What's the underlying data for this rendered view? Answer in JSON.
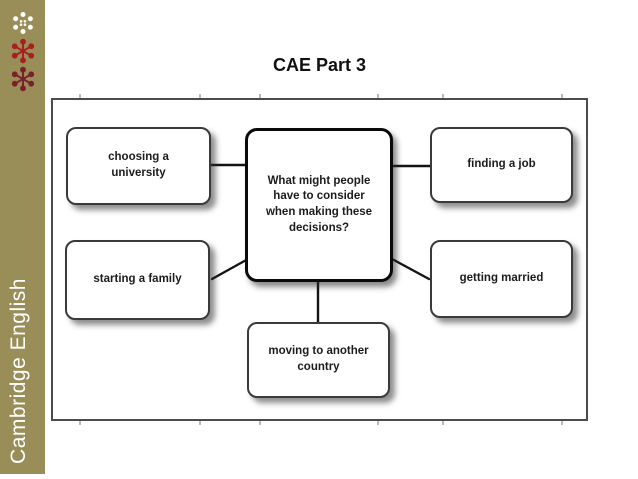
{
  "colors": {
    "sidebar_bg": "#9a8e58",
    "frame_border": "#4c4c4c",
    "connector": "#141414",
    "icon_white": "#ffffff",
    "icon_red": "#a81e24",
    "icon_dark_red": "#7c1f2b"
  },
  "sidebar": {
    "brand": "Cambridge English",
    "icons": [
      {
        "name": "flower-dots-white-icon",
        "color": "#ffffff"
      },
      {
        "name": "flower-asterisk-red-icon",
        "color": "#a81e24"
      },
      {
        "name": "flower-asterisk-darkred-icon",
        "color": "#7c1f2b"
      }
    ]
  },
  "header": {
    "title": "CAE Part 3"
  },
  "diagram": {
    "center": {
      "label": "What might people have to consider when making these decisions?",
      "lines": [
        "What might people",
        "have to consider",
        "when making these",
        "decisions?"
      ]
    },
    "nodes": [
      {
        "id": "choosing-university",
        "label": "choosing a university"
      },
      {
        "id": "finding-job",
        "label": "finding a job"
      },
      {
        "id": "starting-family",
        "label": "starting a family"
      },
      {
        "id": "getting-married",
        "label": "getting married"
      },
      {
        "id": "moving-country",
        "label": "moving to another country"
      }
    ]
  }
}
